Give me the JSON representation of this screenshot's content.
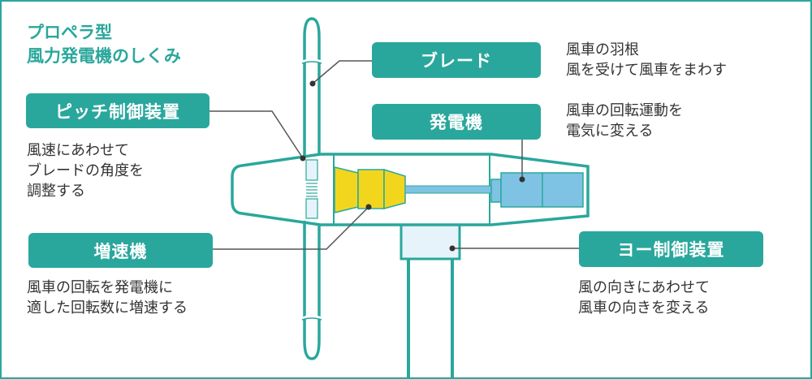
{
  "title": {
    "line1": "プロペラ型",
    "line2": "風力発電機のしくみ"
  },
  "parts": {
    "pitch": {
      "label": "ピッチ制御装置",
      "desc": [
        "風速にあわせて",
        "ブレードの角度を",
        "調整する"
      ]
    },
    "blade": {
      "label": "ブレード",
      "desc": [
        "風車の羽根",
        "風を受けて風車をまわす"
      ]
    },
    "generator": {
      "label": "発電機",
      "desc": [
        "風車の回転運動を",
        "電気に変える"
      ]
    },
    "gearbox": {
      "label": "増速機",
      "desc": [
        "風車の回転を発電機に",
        "適した回転数に増速する"
      ]
    },
    "yaw": {
      "label": "ヨー制御装置",
      "desc": [
        "風の向きにあわせて",
        "風車の向きを変える"
      ]
    }
  },
  "colors": {
    "teal": "#2aa79c",
    "gear": "#f2d61e",
    "generator": "#7ec3e3",
    "light": "#e6f3fa",
    "leader": "#555555"
  }
}
